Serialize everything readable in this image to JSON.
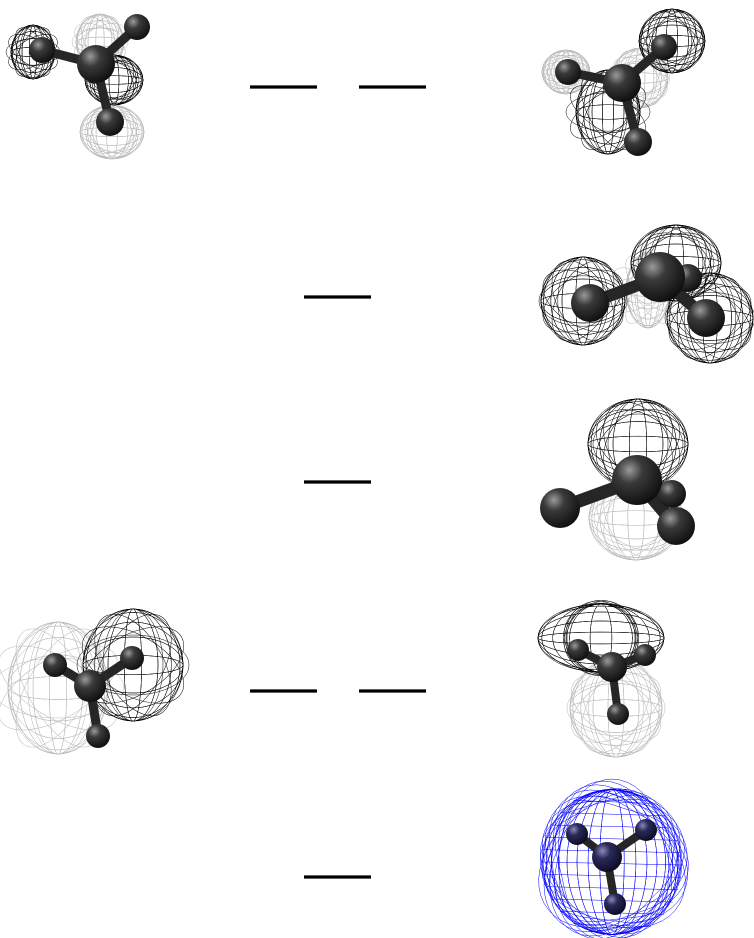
{
  "diagram": {
    "kind": "molecular-orbital-energy-levels",
    "levels": [
      {
        "id": "level-1",
        "degeneracy": 2
      },
      {
        "id": "level-2",
        "degeneracy": 1
      },
      {
        "id": "level-3",
        "degeneracy": 1
      },
      {
        "id": "level-4",
        "degeneracy": 2
      },
      {
        "id": "level-5",
        "degeneracy": 1
      }
    ],
    "orbital_images": [
      {
        "id": "orbital-1-left",
        "level": 1,
        "mesh_colors": [
          "#000000",
          "#b8b8b8"
        ]
      },
      {
        "id": "orbital-1-right",
        "level": 1,
        "mesh_colors": [
          "#000000",
          "#b8b8b8"
        ]
      },
      {
        "id": "orbital-2-right",
        "level": 2,
        "mesh_colors": [
          "#000000",
          "#b8b8b8"
        ]
      },
      {
        "id": "orbital-3-right",
        "level": 3,
        "mesh_colors": [
          "#000000",
          "#b8b8b8"
        ]
      },
      {
        "id": "orbital-4-left",
        "level": 4,
        "mesh_colors": [
          "#000000",
          "#b8b8b8"
        ]
      },
      {
        "id": "orbital-4-right",
        "level": 4,
        "mesh_colors": [
          "#000000",
          "#b8b8b8"
        ]
      },
      {
        "id": "orbital-5-right",
        "level": 5,
        "mesh_colors": [
          "#0000ff"
        ]
      }
    ],
    "colors": {
      "level_line": "#000000",
      "positive_lobe": "#000000",
      "negative_lobe": "#b8b8b8",
      "bottom_orbital": "#0000ff",
      "atom": "#2a2a2a",
      "bottom_atom": "#1c1c5a"
    }
  }
}
